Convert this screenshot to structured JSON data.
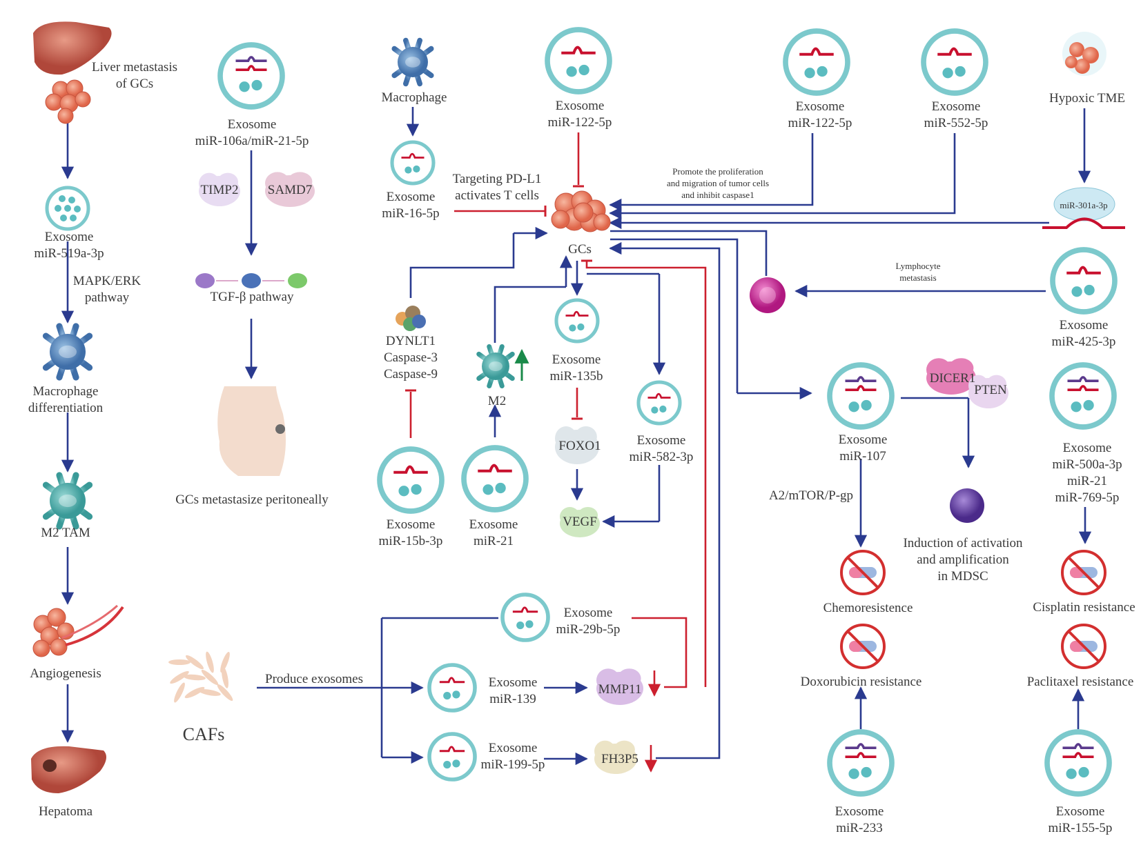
{
  "colors": {
    "blue_arrow": "#2a3a8f",
    "red_inhibit": "#cc1f2e",
    "exosome_ring": "#7cc9cc",
    "exosome_dot": "#5bbcc0",
    "mirna_red": "#c8102e",
    "mirna_purple": "#5b3a8c",
    "upregulation_green": "#1a8a4a"
  },
  "col1": {
    "liver_metastasis": [
      "Liver metastasis",
      "of GCs"
    ],
    "exosome": [
      "Exosome",
      "miR-519a-3p"
    ],
    "pathway": [
      "MAPK/ERK",
      "pathway"
    ],
    "macrophage_diff": [
      "Macrophage",
      "differentiation"
    ],
    "m2tam": "M2 TAM",
    "angiogenesis": "Angiogenesis",
    "hepatoma": "Hepatoma"
  },
  "col2": {
    "exosome": [
      "Exosome",
      "miR-106a/miR-21-5p"
    ],
    "timp2": "TIMP2",
    "samd7": "SAMD7",
    "tgf": "TGF-β pathway",
    "peritoneal": "GCs metastasize peritoneally",
    "cafs": "CAFs",
    "produce": "Produce exosomes"
  },
  "center": {
    "macrophage": "Macrophage",
    "exo_16": [
      "Exosome",
      "miR-16-5p"
    ],
    "pdl1": [
      "Targeting PD-L1",
      "activates T cells"
    ],
    "exo_122_top": [
      "Exosome",
      "miR-122-5p"
    ],
    "gcs": "GCs",
    "dynlt1": [
      "DYNLT1",
      "Caspase-3",
      "Caspase-9"
    ],
    "m2": "M2",
    "exo_15b": [
      "Exosome",
      "miR-15b-3p"
    ],
    "exo_21": [
      "Exosome",
      "miR-21"
    ],
    "exo_135b": [
      "Exosome",
      "miR-135b"
    ],
    "foxo1": "FOXO1",
    "vegf": "VEGF",
    "exo_582": [
      "Exosome",
      "miR-582-3p"
    ],
    "exo_29b": [
      "Exosome",
      "miR-29b-5p"
    ],
    "exo_139": [
      "Exosome",
      "miR-139"
    ],
    "mmp11": "MMP11",
    "exo_199": [
      "Exosome",
      "miR-199-5p"
    ],
    "fh3p5": "FH3P5"
  },
  "right": {
    "exo_122": [
      "Exosome",
      "miR-122-5p"
    ],
    "exo_552": [
      "Exosome",
      "miR-552-5p"
    ],
    "hypoxic": "Hypoxic TME",
    "promote": [
      "Promote the proliferation",
      "and migration of tumor cells",
      "and inhibit caspase1"
    ],
    "mir301": "miR-301a-3p",
    "lymph": [
      "Lymphocyte",
      "metastasis"
    ],
    "exo_425": [
      "Exosome",
      "miR-425-3p"
    ],
    "exo_107": [
      "Exosome",
      "miR-107"
    ],
    "dicer1": "DICER1",
    "pten": "PTEN",
    "a2mtor": "A2/mTOR/P-gp",
    "mdsc": [
      "Induction of activation",
      "and amplification",
      "in MDSC"
    ],
    "exo_500a": [
      "Exosome",
      "miR-500a-3p",
      "miR-21",
      "miR-769-5p"
    ],
    "chemo": "Chemoresistence",
    "cisplatin": "Cisplatin resistance",
    "doxo": "Doxorubicin resistance",
    "pacli": "Paclitaxel resistance",
    "exo_233": [
      "Exosome",
      "miR-233"
    ],
    "exo_155": [
      "Exosome",
      "miR-155-5p"
    ]
  }
}
